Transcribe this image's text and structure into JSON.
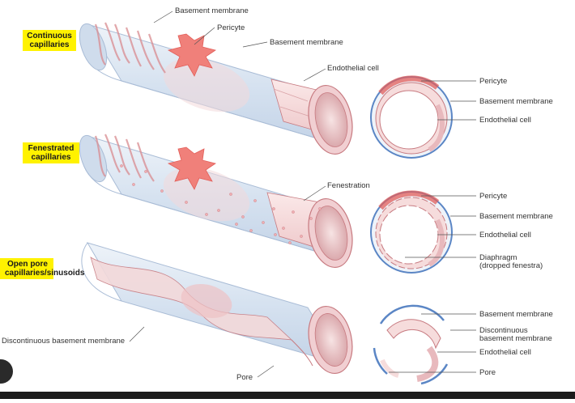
{
  "highlights": {
    "continuous": [
      "Continuous",
      "capillaries"
    ],
    "fenestrated": [
      "Fenestrated",
      "capillaries"
    ],
    "open": [
      "Open pore",
      "capillaries/sinusoids"
    ]
  },
  "labels": {
    "basement_membrane_top": "Basement membrane",
    "pericyte_top": "Pericyte",
    "basement_membrane_mid": "Basement membrane",
    "endothelial_top": "Endothelial cell",
    "fenestration": "Fenestration",
    "discontinuous_bm": "Discontinuous basement membrane",
    "pore": "Pore"
  },
  "cross_sections": {
    "continuous": [
      "Pericyte",
      "Basement membrane",
      "Endothelial cell"
    ],
    "fenestrated": [
      "Pericyte",
      "Basement membrane",
      "Endothelial cell",
      "Diaphragm",
      "(dropped fenestra)"
    ],
    "open": [
      "Basement membrane",
      "Discontinuous",
      "basement membrane",
      "Endothelial cell",
      "Pore"
    ]
  },
  "colors": {
    "highlight": "#fff200",
    "tube_blue": "#dfe8f3",
    "membrane_blue": "#5b86c5",
    "endothelium_pink": "#f6dcdc",
    "pericyte_red": "#f0807a",
    "cell_outline": "#c77a80"
  }
}
